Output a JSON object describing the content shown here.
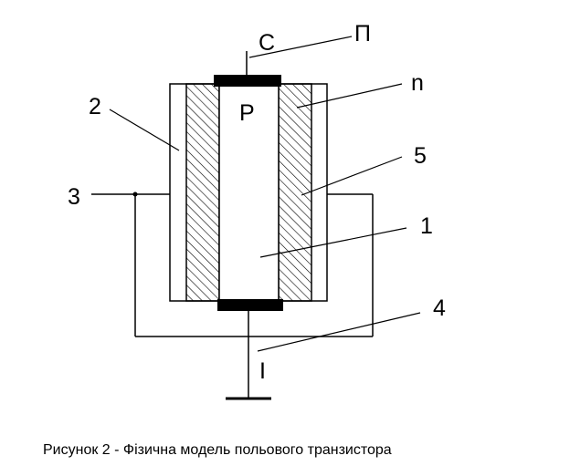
{
  "figure": {
    "labels": {
      "c": "С",
      "p_top": "П",
      "n": "n",
      "p_region": "Р",
      "two": "2",
      "three": "3",
      "five": "5",
      "one": "1",
      "four": "4",
      "i": "І"
    },
    "caption": "Рисунок 2 - Фізична модель польового транзистора",
    "colors": {
      "ink": "#000000",
      "paper": "#ffffff"
    }
  }
}
